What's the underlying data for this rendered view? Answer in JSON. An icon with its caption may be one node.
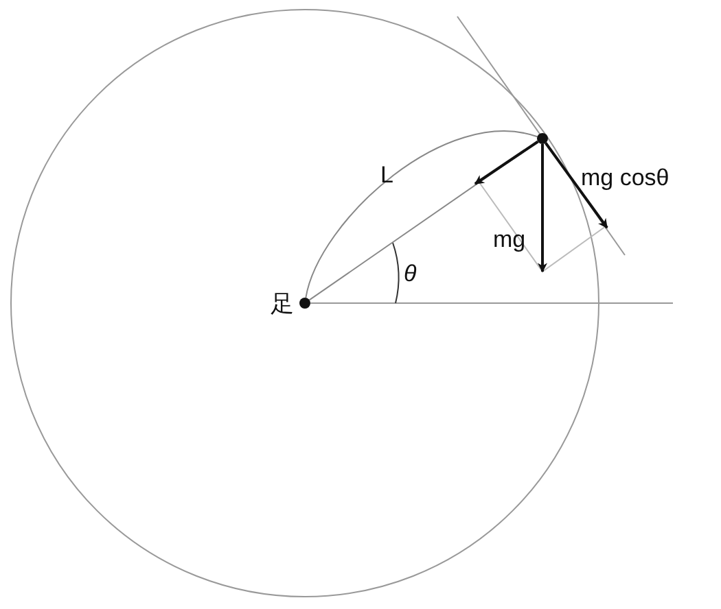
{
  "diagram": {
    "nodes": [
      {
        "text": [],
        "shape": "circle",
        "beside": [
          "足"
        ]
      },
      {
        "text": [],
        "shape": "circle"
      }
    ],
    "edges": [
      {
        "from": 0,
        "to": 1,
        "arrow": "none",
        "label": "L",
        "color": "#888888"
      },
      {
        "from": 0,
        "to": 1,
        "arrow": "none",
        "color": "#888888"
      },
      {
        "from": 1,
        "to": null,
        "arrow": "to"
      },
      {
        "from": 1,
        "to": null,
        "arrow": "to",
        "label": "mg"
      },
      {
        "from": 1,
        "to": null,
        "arrow": "to",
        "label": "mg cosθ"
      }
    ],
    "labels": [
      "θ"
    ]
  }
}
